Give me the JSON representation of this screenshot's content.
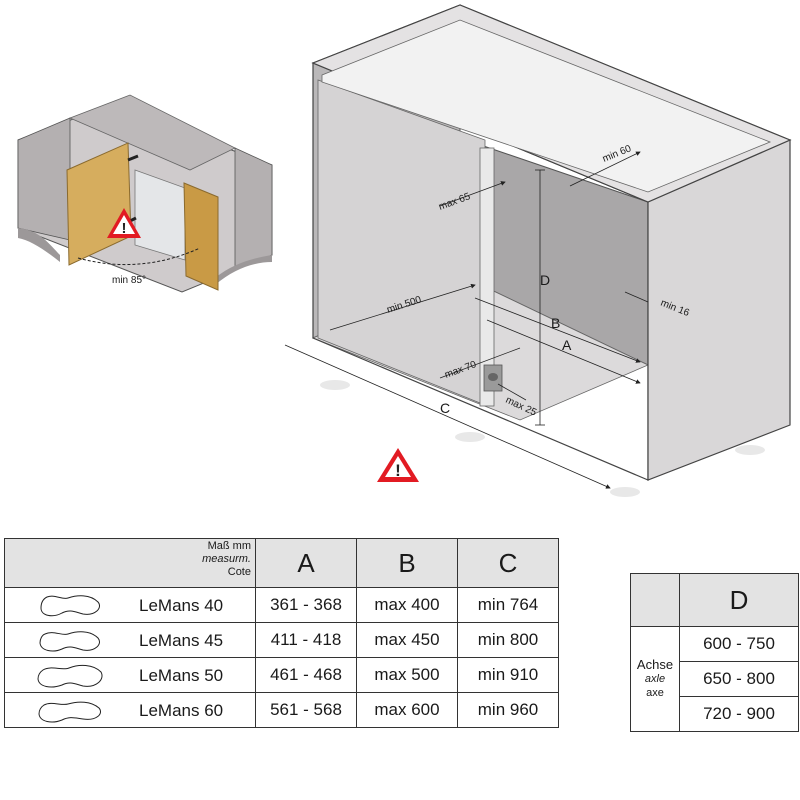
{
  "small_view": {
    "angle_label": "min 85°"
  },
  "main_view": {
    "dimensions": {
      "min_60": "min 60",
      "max_65": "max 65",
      "min_500": "min 500",
      "min_16": "min 16",
      "max_70": "max 70",
      "max_25": "max 25",
      "a": "A",
      "b": "B",
      "c": "C",
      "d": "D"
    }
  },
  "warning_symbol": "!",
  "colors": {
    "cabinet_wall": "#c9c7c8",
    "cabinet_back": "#a9a7a8",
    "door_wood": "#d6ad5e",
    "warning_red": "#e21b23",
    "header_gray": "#e3e3e3"
  },
  "spec_table": {
    "corner_labels": [
      "Maß mm",
      "measurm.",
      "Cote"
    ],
    "headers": [
      "A",
      "B",
      "C"
    ],
    "rows": [
      {
        "model": "LeMans 40",
        "a": "361 - 368",
        "b": "max 400",
        "c": "min 764"
      },
      {
        "model": "LeMans 45",
        "a": "411 - 418",
        "b": "max 450",
        "c": "min 800"
      },
      {
        "model": "LeMans 50",
        "a": "461 - 468",
        "b": "max 500",
        "c": "min 910"
      },
      {
        "model": "LeMans 60",
        "a": "561 - 568",
        "b": "max 600",
        "c": "min 960"
      }
    ]
  },
  "axle_table": {
    "header": "D",
    "row_labels": [
      "Achse",
      "axle",
      "axe"
    ],
    "values": [
      "600 - 750",
      "650 - 800",
      "720 - 900"
    ]
  }
}
